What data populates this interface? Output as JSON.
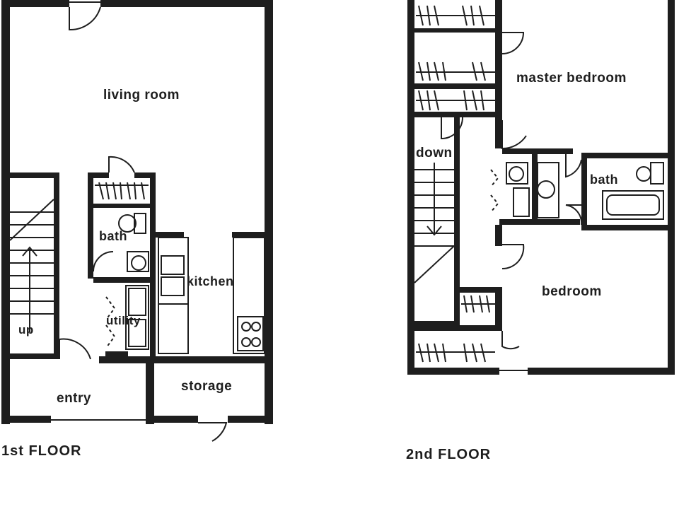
{
  "floor1": {
    "title": "1st  FLOOR",
    "rooms": {
      "living_room": "living  room",
      "bath": "bath",
      "kitchen": "kitchen",
      "utility": "utility",
      "up": "up",
      "entry": "entry",
      "storage": "storage"
    }
  },
  "floor2": {
    "title": "2nd  FLOOR",
    "rooms": {
      "master_bedroom": "master  bedroom",
      "down": "down",
      "bath": "bath",
      "bedroom": "bedroom"
    }
  }
}
